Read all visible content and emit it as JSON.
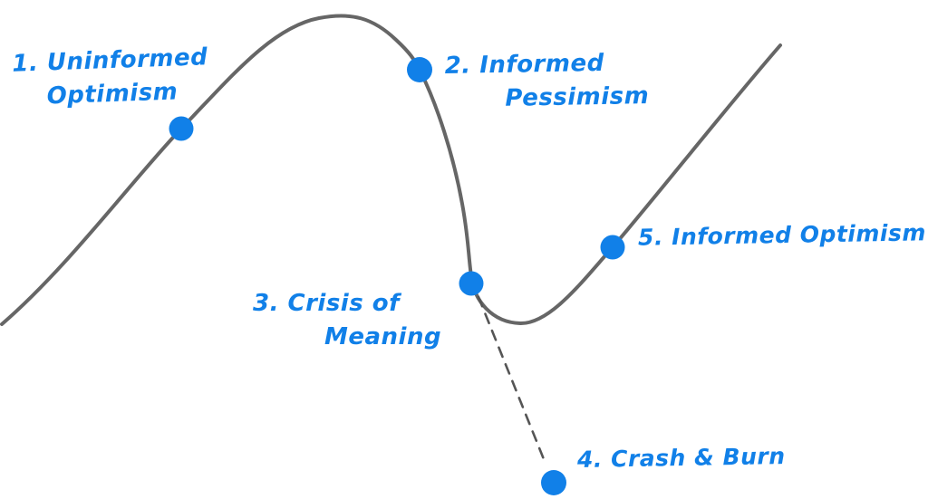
{
  "diagram": {
    "name": "emotional-cycle-of-change-curve",
    "colors": {
      "accent_blue": "#1180e8",
      "curve_gray": "#666666",
      "dashed_gray": "#555555",
      "background": "#ffffff"
    },
    "stages": [
      {
        "number": "1",
        "label": "1. Uninformed Optimism",
        "lines": [
          "1. Uninformed",
          "Optimism"
        ]
      },
      {
        "number": "2",
        "label": "2. Informed Pessimism",
        "lines": [
          "2. Informed",
          "Pessimism"
        ]
      },
      {
        "number": "3",
        "label": "3. Crisis of Meaning",
        "lines": [
          "3. Crisis of",
          "Meaning"
        ]
      },
      {
        "number": "4",
        "label": "4. Crash & Burn",
        "lines": [
          "4. Crash & Burn"
        ]
      },
      {
        "number": "5",
        "label": "5. Informed Optimism",
        "lines": [
          "5. Informed Optimism"
        ]
      }
    ]
  }
}
